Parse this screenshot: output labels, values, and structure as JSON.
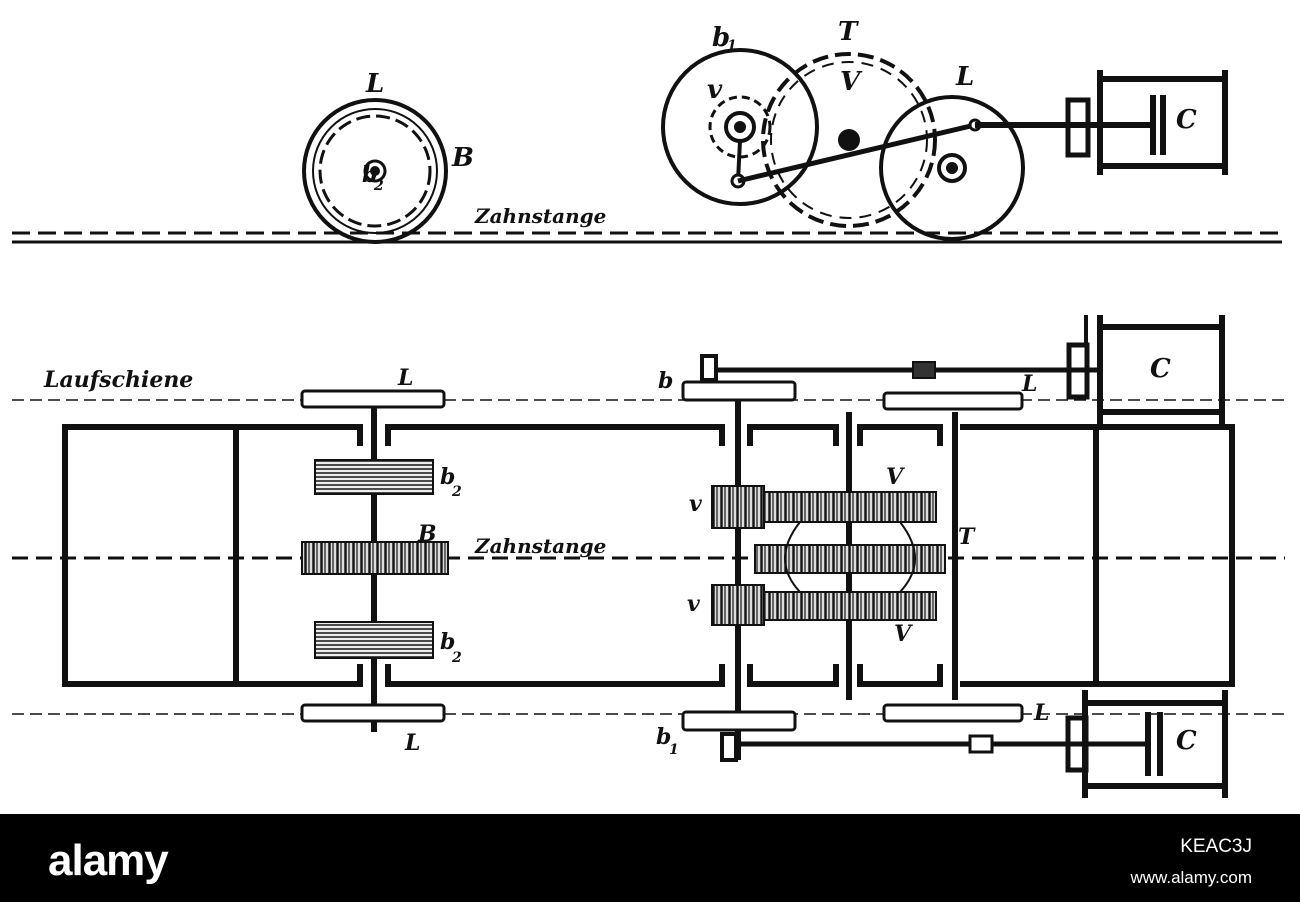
{
  "labels": {
    "L": "L",
    "B": "B",
    "b": "b",
    "T": "T",
    "V": "V",
    "v": "v",
    "C": "C",
    "sub1": "1",
    "sub2": "2",
    "zahnstange": "Zahnstange",
    "laufschiene": "Laufschiene"
  },
  "footer": {
    "logo": "alamy",
    "image_id": "KEAC3J",
    "site": "www.alamy.com"
  },
  "colors": {
    "ink": "#111111",
    "gear_fill": "#555555",
    "footer_bg": "#000000"
  }
}
